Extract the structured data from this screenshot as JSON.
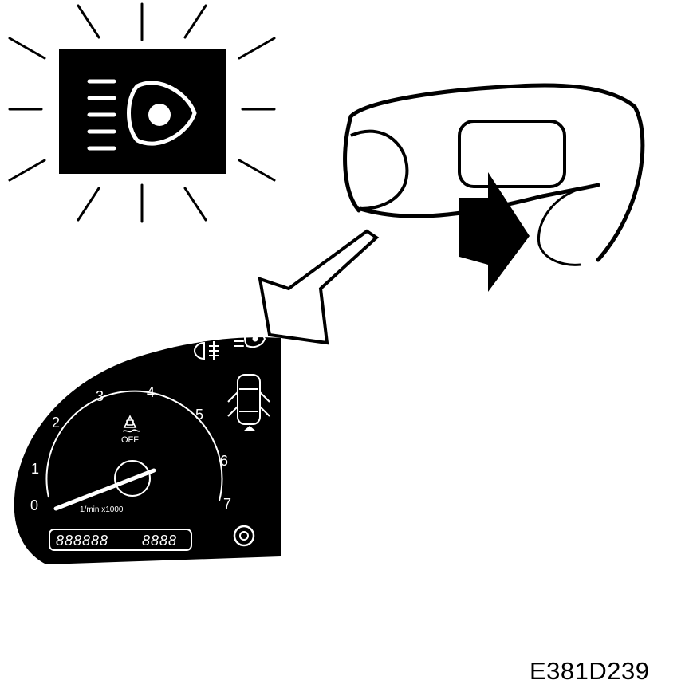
{
  "diagram": {
    "reference_code": "E381D239",
    "tachometer": {
      "scale_numbers": [
        "0",
        "1",
        "2",
        "3",
        "4",
        "5",
        "6",
        "7"
      ],
      "unit_label": "1/min x1000",
      "needle_value": 0,
      "scale_max": 7
    },
    "traction_control_indicator": {
      "label": "OFF"
    },
    "odometer_display": {
      "odometer_digits": "888888",
      "trip_digits": "8888"
    },
    "warning_lights": [
      "high-beam-indicator",
      "rear-fog-lamp-indicator",
      "door-ajar-indicator"
    ],
    "colors": {
      "ink": "#000000",
      "paper": "#ffffff",
      "panel": "#000000"
    }
  }
}
